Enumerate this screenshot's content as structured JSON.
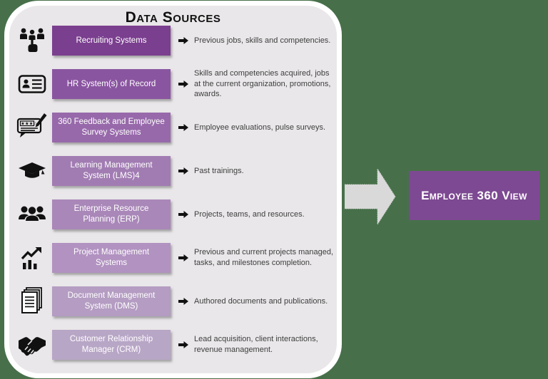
{
  "page": {
    "background_color": "#47704a"
  },
  "panel": {
    "title": "Data Sources",
    "background_color": "#e9e7e9"
  },
  "rows": [
    {
      "icon": "recruiting-icon",
      "label": "Recruiting Systems",
      "desc": "Previous jobs, skills and competencies.",
      "color": "#7b3f8f"
    },
    {
      "icon": "id-card-icon",
      "label": "HR System(s) of Record",
      "desc": "Skills and competencies acquired, jobs at the current organization, promotions, awards.",
      "color": "#8a55a0"
    },
    {
      "icon": "feedback-survey-icon",
      "label": "360 Feedback and Employee Survey Systems",
      "desc": "Employee evaluations, pulse surveys.",
      "color": "#9769aa"
    },
    {
      "icon": "graduation-cap-icon",
      "label": "Learning Management System (LMS)4",
      "desc": "Past trainings.",
      "color": "#a17cb2"
    },
    {
      "icon": "team-icon",
      "label": "Enterprise Resource Planning (ERP)",
      "desc": "Projects, teams, and resources.",
      "color": "#a987b8"
    },
    {
      "icon": "chart-growth-icon",
      "label": "Project Management Systems",
      "desc": "Previous and current projects managed, tasks, and milestones completion.",
      "color": "#b192c0"
    },
    {
      "icon": "documents-icon",
      "label": "Document Management System (DMS)",
      "desc": "Authored documents and publications.",
      "color": "#b49cc2"
    },
    {
      "icon": "handshake-icon",
      "label": "Customer Relationship Manager (CRM)",
      "desc": "Lead acquisition, client interactions, revenue management.",
      "color": "#b8a6c6"
    }
  ],
  "flow": {
    "result_label": "Employee 360 View",
    "result_color": "#7d4992",
    "arrow_color": "#d9d9d9"
  }
}
